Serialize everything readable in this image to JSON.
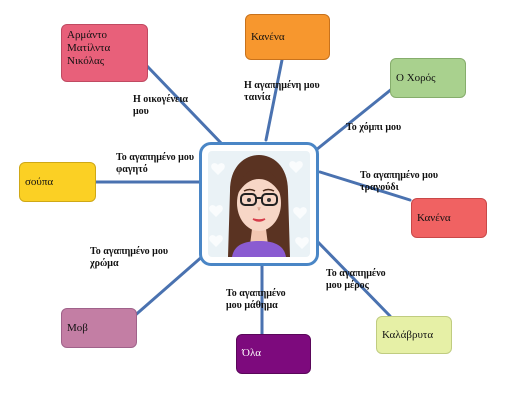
{
  "center": {
    "avatar_icon": "girl-with-glasses-avatar-icon"
  },
  "branches": [
    {
      "id": "family",
      "label": "Η οικογένεια μου",
      "answer": "Αρμάντο Ματίλντα Νικόλας",
      "color": "#e8607a"
    },
    {
      "id": "movie",
      "label": "Η αγαπημένη μου ταινία",
      "answer": "Κανένα",
      "color": "#f7972e"
    },
    {
      "id": "hobby",
      "label": "Το χόμπι μου",
      "answer": "Ο Χορός",
      "color": "#a9d18e"
    },
    {
      "id": "song",
      "label": "Το αγαπημένο μου τραγούδι",
      "answer": "Κανένα",
      "color": "#f06262"
    },
    {
      "id": "place",
      "label": "Το αγαπημένο μου μέρος",
      "answer": "Καλάβρυτα",
      "color": "#e6f0a6"
    },
    {
      "id": "subject",
      "label": "Το αγαπημένο μου μάθημα",
      "answer": "Όλα",
      "color": "#7d0a7d"
    },
    {
      "id": "color",
      "label": "Το αγαπημένο μου χρώμα",
      "answer": "Μοβ",
      "color": "#c37ea4"
    },
    {
      "id": "food",
      "label": "Το αγαπημένο μου φαγητό",
      "answer": "σούπα",
      "color": "#fbd024"
    }
  ]
}
